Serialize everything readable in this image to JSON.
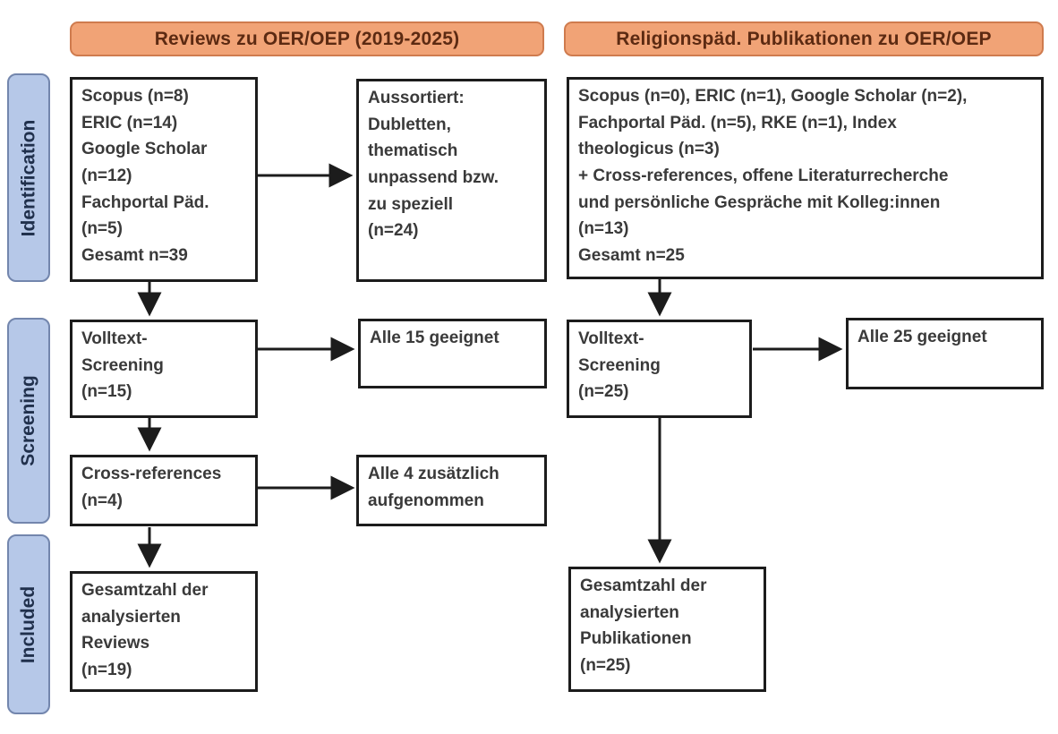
{
  "palette": {
    "header_fill": "#f1a376",
    "header_border": "#cf7b4e",
    "header_text": "#5c2a12",
    "stage_fill": "#b6c8e8",
    "stage_border": "#7386ad",
    "stage_text": "#20304c",
    "box_border": "#1c1c1c",
    "box_text": "#3a3a3a",
    "arrow_color": "#1c1c1c"
  },
  "headers": {
    "left": "Reviews zu OER/OEP (2019-2025)",
    "right": "Religionspäd. Publikationen zu OER/OEP"
  },
  "stages": [
    {
      "label": "Identification"
    },
    {
      "label": "Screening"
    },
    {
      "label": "Included"
    }
  ],
  "left_column": {
    "sources": "Scopus (n=8)\nERIC (n=14)\nGoogle Scholar\n(n=12)\nFachportal Päd.\n(n=5)\nGesamt n=39",
    "excluded": "Aussortiert:\nDubletten,\nthematisch\nunpassend bzw.\nzu speziell\n(n=24)",
    "fulltext": "Volltext-\nScreening\n(n=15)",
    "eligible": "Alle 15 geeignet",
    "crossrefs": "Cross-references\n(n=4)",
    "crossrefs_added": "Alle 4 zusätzlich\naufgenommen",
    "total": "Gesamtzahl der\nanalysierten\nReviews\n(n=19)"
  },
  "right_column": {
    "sources": "Scopus (n=0), ERIC (n=1), Google Scholar (n=2),\nFachportal Päd. (n=5), RKE (n=1), Index\ntheologicus (n=3)\n+ Cross-references, offene Literaturrecherche\nund persönliche Gespräche mit Kolleg:innen\n(n=13)\nGesamt n=25",
    "fulltext": "Volltext-\nScreening\n(n=25)",
    "eligible": "Alle 25 geeignet",
    "total": "Gesamtzahl der\nanalysierten\nPublikationen\n(n=25)"
  }
}
